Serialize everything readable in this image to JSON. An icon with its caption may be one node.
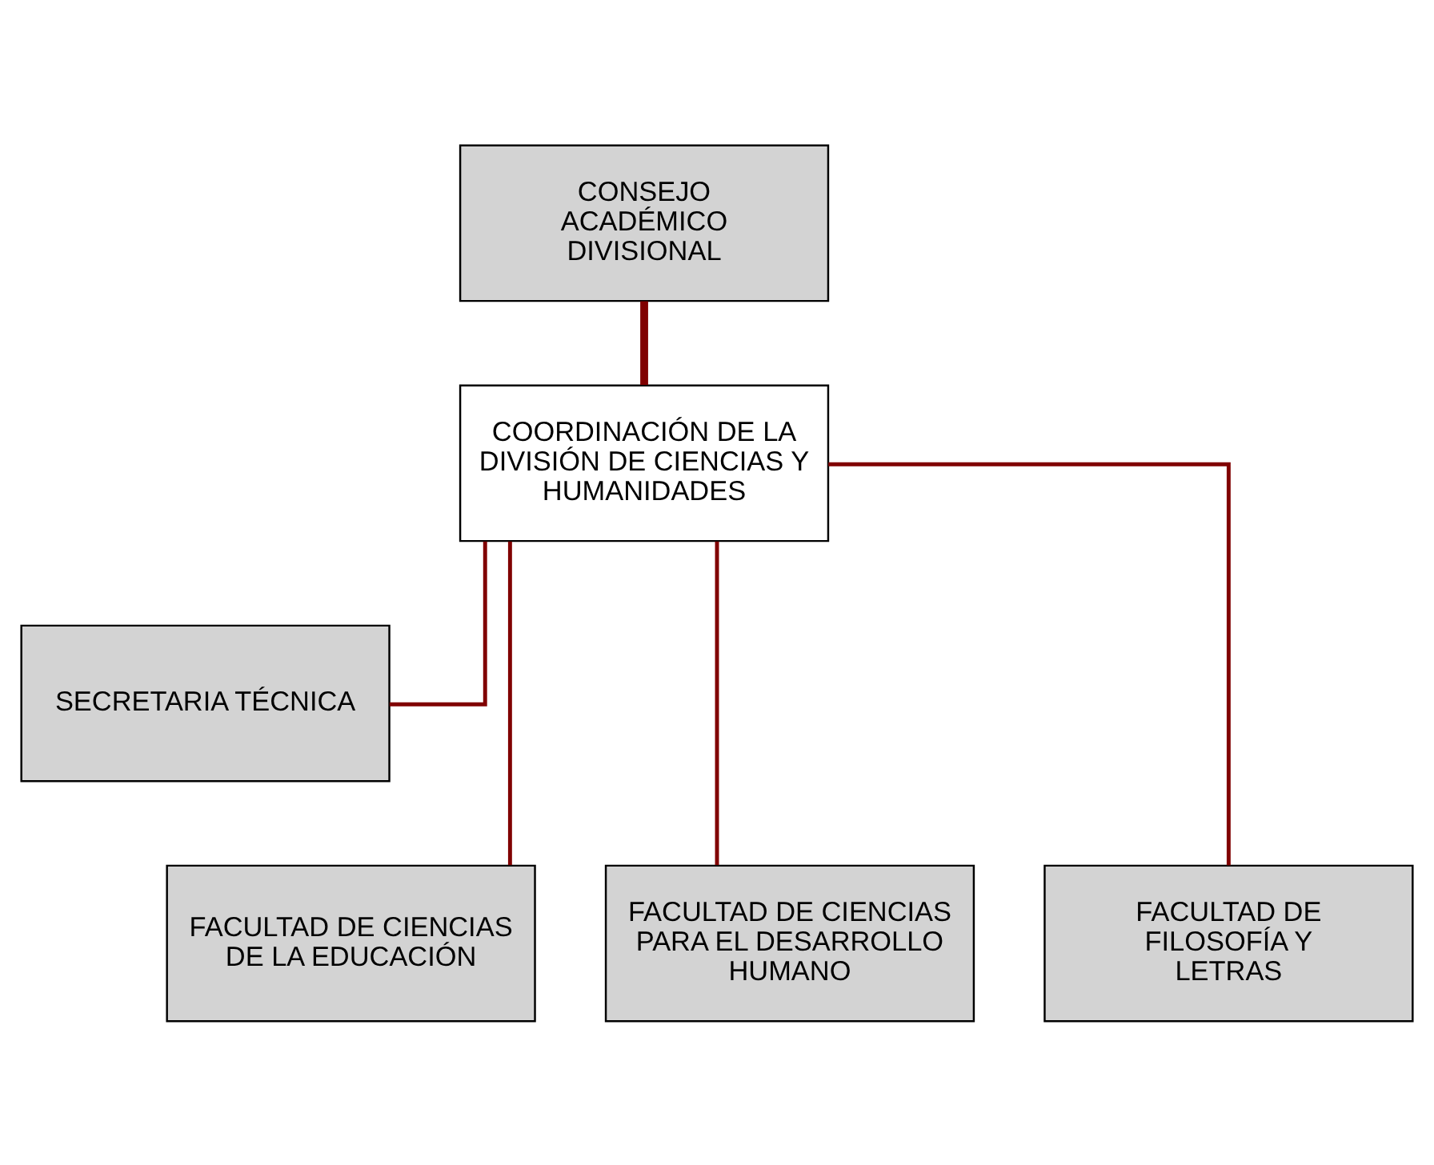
{
  "diagram": {
    "nodes": [
      {
        "text": [
          "CONSEJO ACADÉMICO DIVISIONAL"
        ]
      },
      {
        "text": [
          "COORDINACIÓN DE LA DIVISIÓN DE CIENCIAS Y HUMANIDADES"
        ]
      },
      {
        "text": [
          "SECRETARIA TÉCNICA"
        ]
      },
      {
        "text": [
          "FACULTAD DE CIENCIAS DE LA EDUCACIÓN"
        ]
      },
      {
        "text": [
          "FACULTAD DE CIENCIAS PARA EL DESARROLLO HUMANO"
        ]
      },
      {
        "text": [
          "FACULTAD DE FILOSOFÍA Y LETRAS"
        ]
      }
    ],
    "edges": [
      {
        "from": 0,
        "to": 1,
        "arrow": "none",
        "style": "thick"
      },
      {
        "from": 1,
        "to": 2,
        "arrow": "none"
      },
      {
        "from": 1,
        "to": 3,
        "arrow": "none"
      },
      {
        "from": 1,
        "to": 4,
        "arrow": "none"
      },
      {
        "from": 1,
        "to": 5,
        "arrow": "none"
      }
    ]
  }
}
